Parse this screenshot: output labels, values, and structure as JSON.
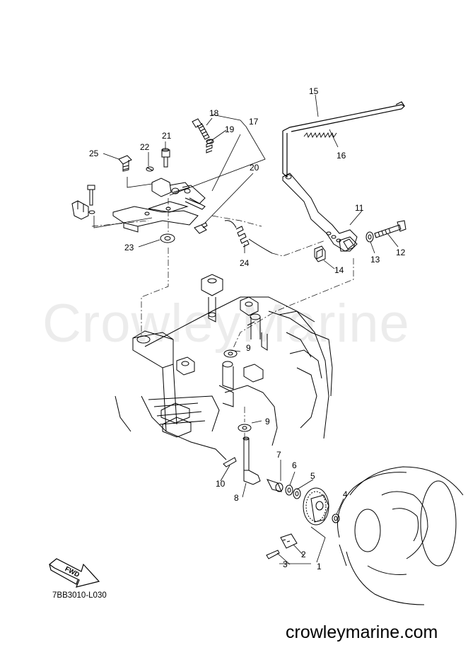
{
  "watermark": "CrowleyMarine",
  "diagram_code": "7BB3010-L030",
  "site_footer": "crowleymarine.com",
  "fwd_label": "FWD",
  "callouts": {
    "p1": "1",
    "p2": "2",
    "p3": "3",
    "p4": "4",
    "p5": "5",
    "p6": "6",
    "p7": "7",
    "p8": "8",
    "p9a": "9",
    "p9b": "9",
    "p10": "10",
    "p11": "11",
    "p12": "12",
    "p13": "13",
    "p14": "14",
    "p15": "15",
    "p16": "16",
    "p17": "17",
    "p18": "18",
    "p19": "19",
    "p20": "20",
    "p21": "21",
    "p22": "22",
    "p23": "23",
    "p24": "24",
    "p25": "25"
  }
}
